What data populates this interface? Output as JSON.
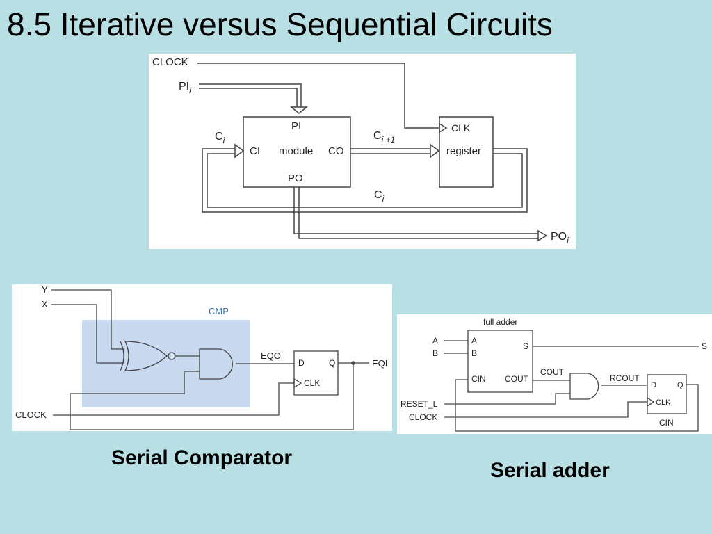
{
  "slide": {
    "title": "8.5 Iterative versus Sequential Circuits",
    "caption_left": "Serial Comparator",
    "caption_right": "Serial adder"
  },
  "iterative_diagram": {
    "clock": "CLOCK",
    "pi_in": "PI",
    "pi_in_sub": "i",
    "ci_left": "C",
    "ci_left_sub": "i",
    "module_pi": "PI",
    "module_ci": "CI",
    "module_name": "module",
    "module_co": "CO",
    "module_po": "PO",
    "ci_next": "C",
    "ci_next_sub": "i +1",
    "reg_clk": "CLK",
    "reg_name": "register",
    "ci_bottom": "C",
    "ci_bottom_sub": "i",
    "po_out": "PO",
    "po_out_sub": "i"
  },
  "comparator_diagram": {
    "y": "Y",
    "x": "X",
    "cmp": "CMP",
    "eqo": "EQO",
    "d": "D",
    "q": "Q",
    "clk": "CLK",
    "eqi": "EQI",
    "clock": "CLOCK"
  },
  "adder_diagram": {
    "full_adder": "full adder",
    "a_in": "A",
    "b_in": "B",
    "a_port": "A",
    "b_port": "B",
    "s_port": "S",
    "cin_port": "CIN",
    "cout_port": "COUT",
    "cout_wire": "COUT",
    "rcout": "RCOUT",
    "d": "D",
    "q": "Q",
    "clk": "CLK",
    "cin_ff": "CIN",
    "s_out": "S",
    "reset_l": "RESET_L",
    "clock": "CLOCK"
  },
  "colors": {
    "background": "#b8e0e4",
    "wire": "#444444",
    "cmp_highlight": "#c9d9f0",
    "cmp_label": "#3a6fb0"
  }
}
